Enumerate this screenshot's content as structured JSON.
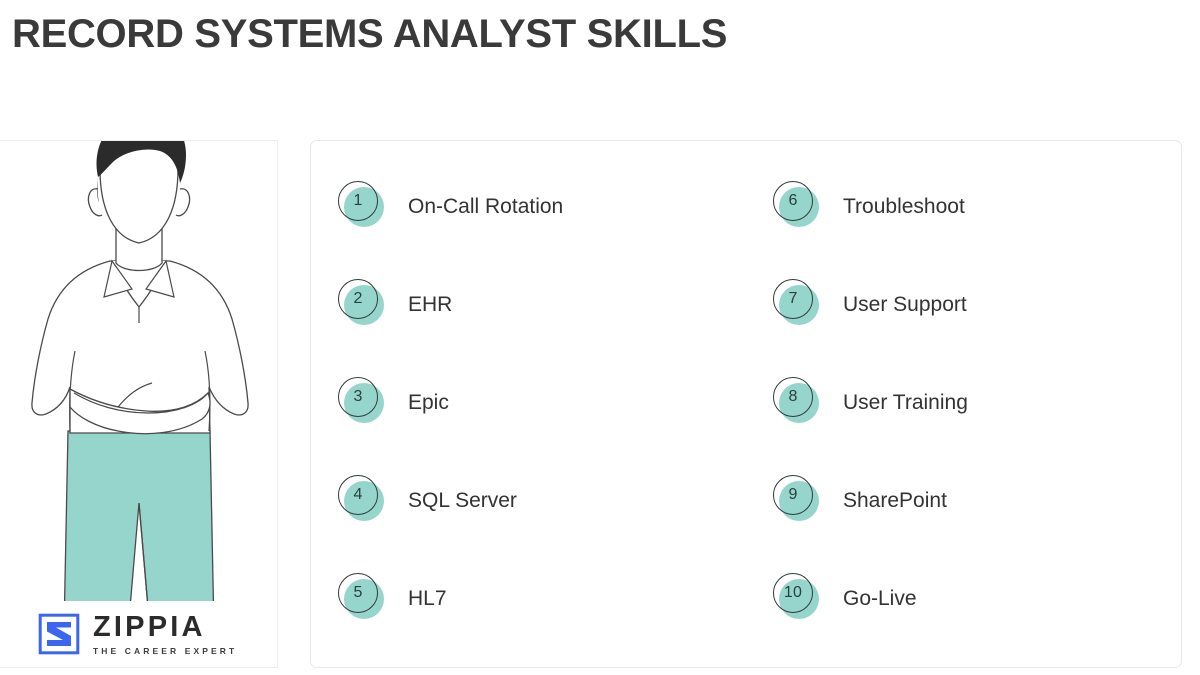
{
  "header": {
    "title": "RECORD SYSTEMS ANALYST SKILLS"
  },
  "illustration": {
    "alt_name": "person-illustration",
    "hair_color": "#2b2b2b",
    "pants_color": "#96d5cc",
    "line_color": "#4a4a4a",
    "shirt_color": "#ffffff"
  },
  "logo": {
    "wordmark": "ZIPPIA",
    "tagline": "THE CAREER EXPERT",
    "mark_letter": "Z",
    "mark_color": "#3b66f0",
    "word_color": "#2b2b2b"
  },
  "skills_card": {
    "accent_color": "#96d5cc",
    "border_color": "#e8e8e8",
    "columns": [
      {
        "items": [
          {
            "number": "1",
            "label": "On-Call Rotation"
          },
          {
            "number": "2",
            "label": "EHR"
          },
          {
            "number": "3",
            "label": "Epic"
          },
          {
            "number": "4",
            "label": "SQL Server"
          },
          {
            "number": "5",
            "label": "HL7"
          }
        ]
      },
      {
        "items": [
          {
            "number": "6",
            "label": "Troubleshoot"
          },
          {
            "number": "7",
            "label": "User Support"
          },
          {
            "number": "8",
            "label": "User Training"
          },
          {
            "number": "9",
            "label": "SharePoint"
          },
          {
            "number": "10",
            "label": "Go-Live"
          }
        ]
      }
    ]
  }
}
